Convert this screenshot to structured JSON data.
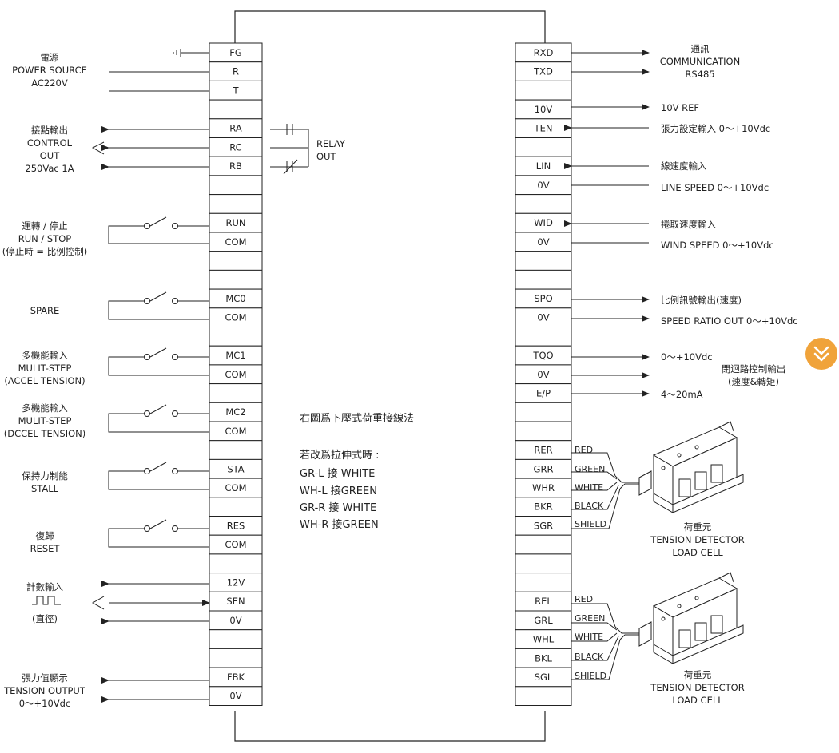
{
  "left_terminals": [
    {
      "row": 0,
      "pin": "FG"
    },
    {
      "row": 1,
      "pin": "R"
    },
    {
      "row": 2,
      "pin": "T"
    },
    {
      "row": 4,
      "pin": "RA"
    },
    {
      "row": 5,
      "pin": "RC"
    },
    {
      "row": 6,
      "pin": "RB"
    },
    {
      "row": 9,
      "pin": "RUN"
    },
    {
      "row": 10,
      "pin": "COM"
    },
    {
      "row": 13,
      "pin": "MC0"
    },
    {
      "row": 14,
      "pin": "COM"
    },
    {
      "row": 16,
      "pin": "MC1"
    },
    {
      "row": 17,
      "pin": "COM"
    },
    {
      "row": 19,
      "pin": "MC2"
    },
    {
      "row": 20,
      "pin": "COM"
    },
    {
      "row": 22,
      "pin": "STA"
    },
    {
      "row": 23,
      "pin": "COM"
    },
    {
      "row": 25,
      "pin": "RES"
    },
    {
      "row": 26,
      "pin": "COM"
    },
    {
      "row": 28,
      "pin": "12V"
    },
    {
      "row": 29,
      "pin": "SEN"
    },
    {
      "row": 30,
      "pin": "0V"
    },
    {
      "row": 33,
      "pin": "FBK"
    },
    {
      "row": 34,
      "pin": "0V"
    }
  ],
  "right_terminals": [
    {
      "row": 0,
      "pin": "RXD"
    },
    {
      "row": 1,
      "pin": "TXD"
    },
    {
      "row": 3,
      "pin": "10V"
    },
    {
      "row": 4,
      "pin": "TEN"
    },
    {
      "row": 6,
      "pin": "LIN"
    },
    {
      "row": 7,
      "pin": "0V"
    },
    {
      "row": 9,
      "pin": "WID"
    },
    {
      "row": 10,
      "pin": "0V"
    },
    {
      "row": 13,
      "pin": "SPO"
    },
    {
      "row": 14,
      "pin": "0V"
    },
    {
      "row": 16,
      "pin": "TQO"
    },
    {
      "row": 17,
      "pin": "0V"
    },
    {
      "row": 18,
      "pin": "E/P"
    },
    {
      "row": 21,
      "pin": "RER"
    },
    {
      "row": 22,
      "pin": "GRR"
    },
    {
      "row": 23,
      "pin": "WHR"
    },
    {
      "row": 24,
      "pin": "BKR"
    },
    {
      "row": 25,
      "pin": "SGR"
    },
    {
      "row": 29,
      "pin": "REL"
    },
    {
      "row": 30,
      "pin": "GRL"
    },
    {
      "row": 31,
      "pin": "WHL"
    },
    {
      "row": 32,
      "pin": "BKL"
    },
    {
      "row": 33,
      "pin": "SGL"
    }
  ],
  "left_labels": [
    {
      "lines": [
        "電源",
        "POWER SOURCE",
        "AC220V"
      ]
    },
    {
      "lines": [
        "接點輸出",
        "CONTROL",
        "OUT",
        "250Vac 1A"
      ]
    },
    {
      "lines": [
        "運轉 / 停止",
        "RUN / STOP",
        "(停止時 = 比例控制)"
      ]
    },
    {
      "lines": [
        "SPARE"
      ]
    },
    {
      "lines": [
        "多機能輸入",
        "MULIT-STEP",
        "(ACCEL TENSION)"
      ]
    },
    {
      "lines": [
        "多機能輸入",
        "MULIT-STEP",
        "(DCCEL TENSION)"
      ]
    },
    {
      "lines": [
        "保持力制能",
        "STALL"
      ]
    },
    {
      "lines": [
        "復歸",
        "RESET"
      ]
    },
    {
      "lines": [
        "計數輸入"
      ]
    },
    {
      "lines": [
        "(直徑)"
      ]
    },
    {
      "lines": [
        "張力值顯示",
        "TENSION OUTPUT",
        "0〜+10Vdc"
      ]
    }
  ],
  "relay_label": [
    "RELAY",
    "OUT"
  ],
  "right_labels": [
    {
      "lines": [
        "通訊",
        "COMMUNICATION",
        "RS485"
      ]
    },
    {
      "lines": [
        "10V REF"
      ]
    },
    {
      "lines": [
        "張力設定輸入 0〜+10Vdc"
      ]
    },
    {
      "lines": [
        "線速度輸入"
      ]
    },
    {
      "lines": [
        "LINE SPEED 0〜+10Vdc"
      ]
    },
    {
      "lines": [
        "捲取速度輸入"
      ]
    },
    {
      "lines": [
        "WIND SPEED 0〜+10Vdc"
      ]
    },
    {
      "lines": [
        "比例訊號輸出(速度)"
      ]
    },
    {
      "lines": [
        "SPEED RATIO OUT 0〜+10Vdc"
      ]
    },
    {
      "lines": [
        "0〜+10Vdc"
      ]
    },
    {
      "lines": [
        "閉迴路控制輸出",
        "(速度&轉矩)"
      ]
    },
    {
      "lines": [
        "4〜20mA"
      ]
    }
  ],
  "center_note": [
    "右圖爲下壓式荷重接線法",
    "若改爲拉伸式時 :",
    "GR-L  接 WHITE",
    "WH-L 接GREEN",
    "GR-R  接 WHITE",
    "WH-R 接GREEN"
  ],
  "wire_colors": [
    "RED",
    "GREEN",
    "WHITE",
    "BLACK",
    "SHIELD"
  ],
  "load_cell_label": [
    "荷重元",
    "TENSION DETECTOR",
    "LOAD CELL"
  ],
  "colors": {
    "line": "#222222",
    "accent": "#f0a33a"
  },
  "scroll_icon": "chevron-double-down-icon"
}
